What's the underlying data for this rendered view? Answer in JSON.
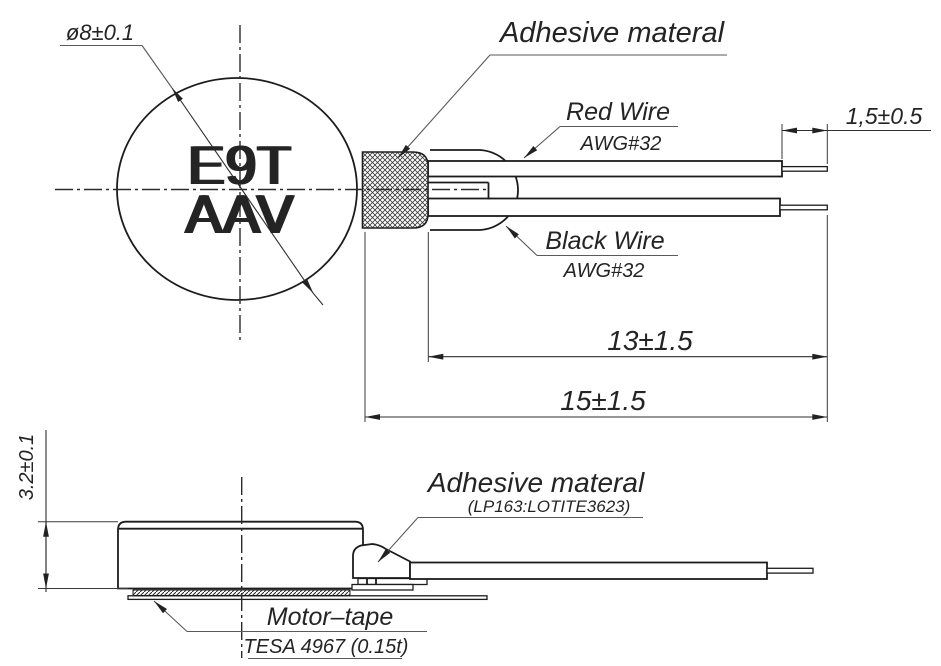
{
  "drawing": {
    "top_view": {
      "diameter": "ø8±0.1",
      "marking_line1": "E9T",
      "marking_line2": "AAV",
      "adhesive_label": "Adhesive materal",
      "red_wire": {
        "name": "Red Wire",
        "gauge": "AWG#32"
      },
      "black_wire": {
        "name": "Black Wire",
        "gauge": "AWG#32"
      },
      "dim_tip": "1,5±0.5",
      "dim_body_to_tip": "13±1.5",
      "dim_overall": "15±1.5"
    },
    "side_view": {
      "dim_height": "3.2±0.1",
      "adhesive_label": "Adhesive materal",
      "adhesive_spec": "(LP163:LOTITE3623)",
      "tape_label": "Motor–tape",
      "tape_spec": "TESA 4967 (0.15t)"
    },
    "colors": {
      "object_line": "#1c1c1c",
      "dimension_line": "#2f2f2f",
      "text": "#242424",
      "fringe_blue": "#3a55c0",
      "fringe_orange": "#c7541f",
      "background": "#ffffff"
    }
  }
}
